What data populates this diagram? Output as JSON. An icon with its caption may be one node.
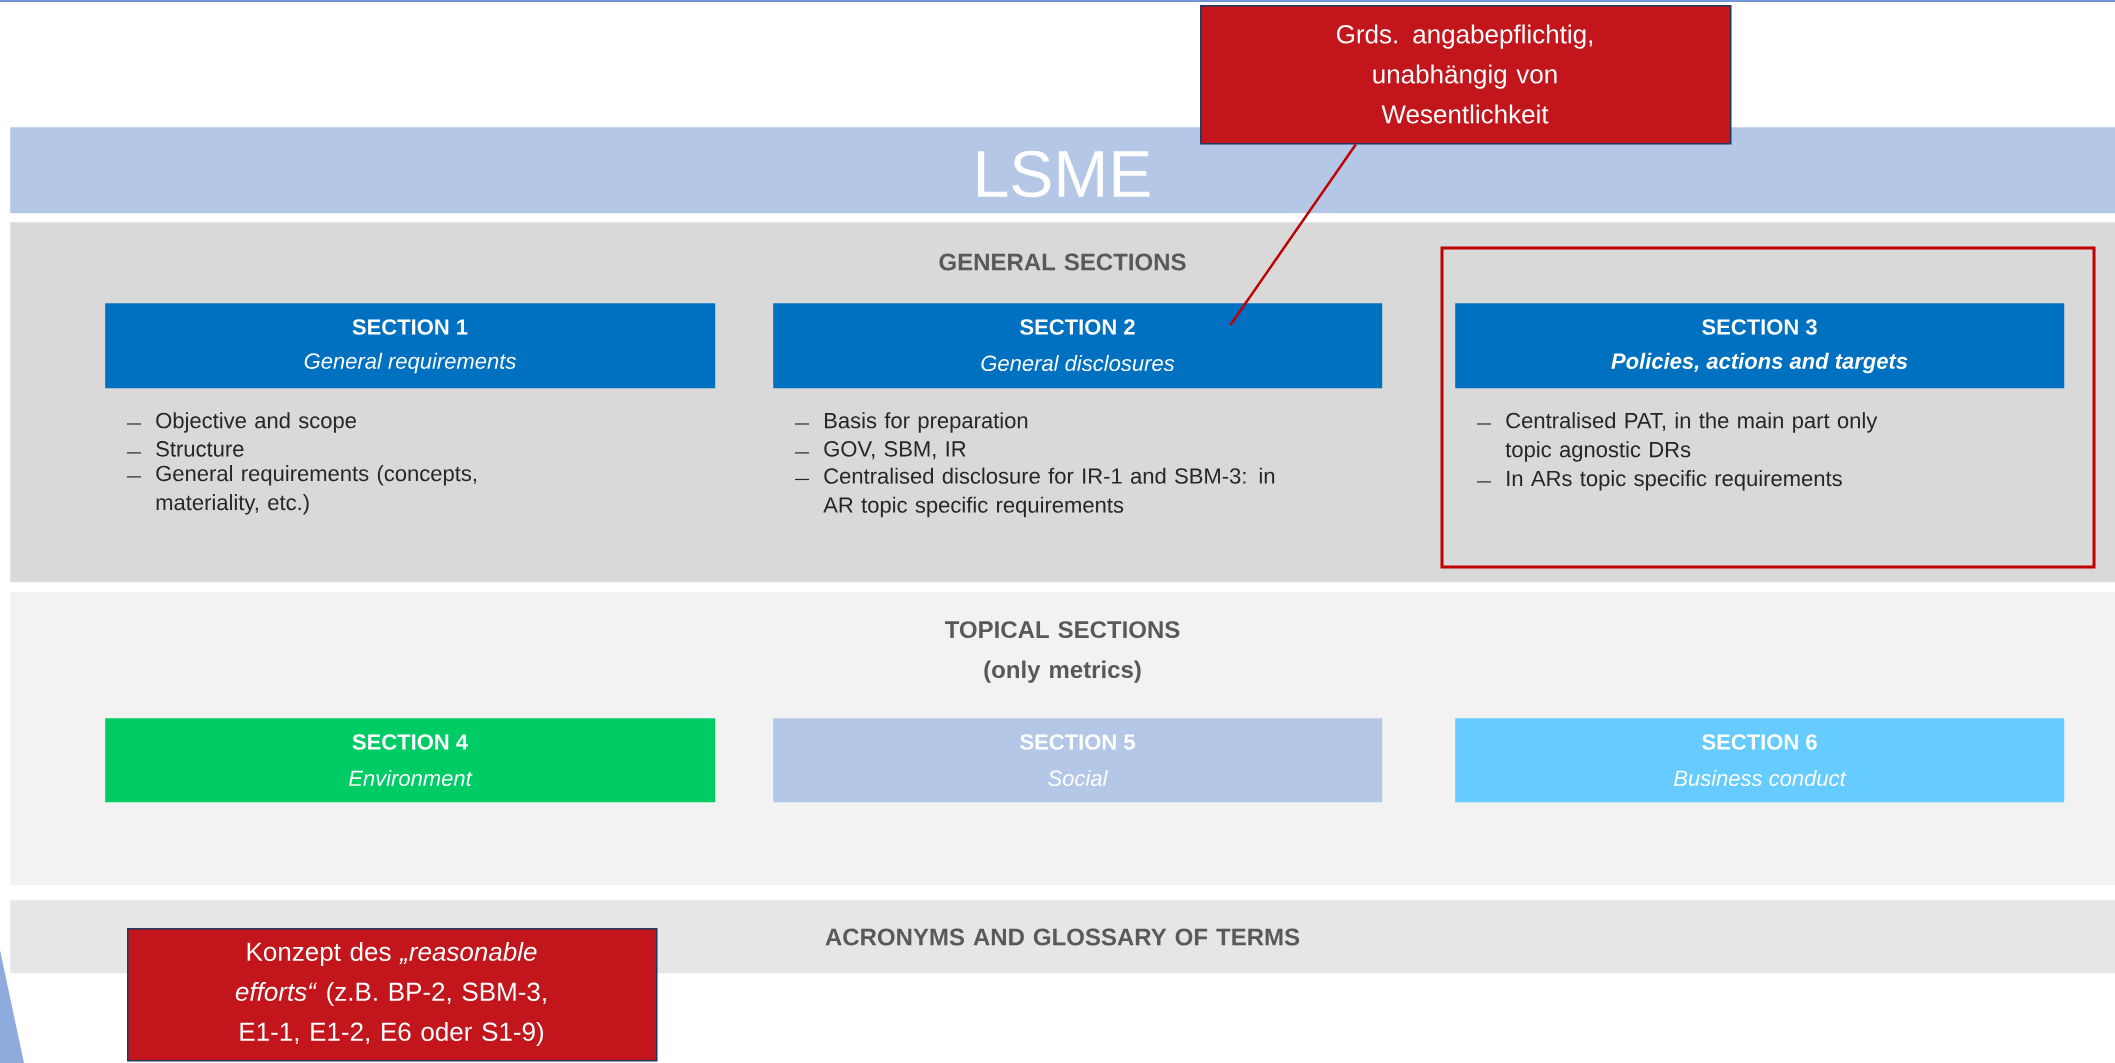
{
  "diagram": {
    "nodes": [
      {
        "text": [
          "LSME"
        ]
      },
      {
        "text": [
          "GENERAL SECTIONS"
        ]
      },
      {
        "text": [
          "SECTION 1",
          "General requirements"
        ],
        "in": 1,
        "beside": [
          "Objective and scope",
          "Structure",
          "General requirements (concepts, materiality, etc.)"
        ]
      },
      {
        "text": [
          "SECTION 2",
          "General disclosures"
        ],
        "in": 1,
        "beside": [
          "Basis for preparation",
          "GOV, SBM, IR",
          "Centralised disclosure for IR-1 and SBM-3: in AR topic specific requirements"
        ]
      },
      {
        "text": [],
        "shape": "box",
        "in": 1
      },
      {
        "text": [
          "SECTION 3",
          "Policies, actions and targets"
        ],
        "in": 4,
        "beside": [
          "Centralised PAT, in the main part only topic agnostic DRs",
          "In ARs topic specific requirements"
        ]
      },
      {
        "text": [
          "TOPICAL SECTIONS (only metrics)"
        ]
      },
      {
        "text": [
          "SECTION 4",
          "Environment"
        ],
        "in": 6
      },
      {
        "text": [
          "SECTION 5",
          "Social"
        ],
        "in": 6
      },
      {
        "text": [
          "SECTION 6",
          "Business conduct"
        ],
        "in": 6
      },
      {
        "text": [
          "ACRONYMS AND GLOSSARY OF TERMS"
        ]
      },
      {
        "text": [
          "Grds. angabepflichtig, unabhängig von Wesentlichkeit"
        ]
      },
      {
        "text": [
          "Konzept des *„reasonable efforts“* (z.B. BP-2, SBM-3, E1-1, E1-2, E6 oder S1-9)"
        ]
      }
    ],
    "edges": [
      {
        "from": 11,
        "to": 3,
        "arrow": "none",
        "color": "#c00000"
      }
    ]
  }
}
